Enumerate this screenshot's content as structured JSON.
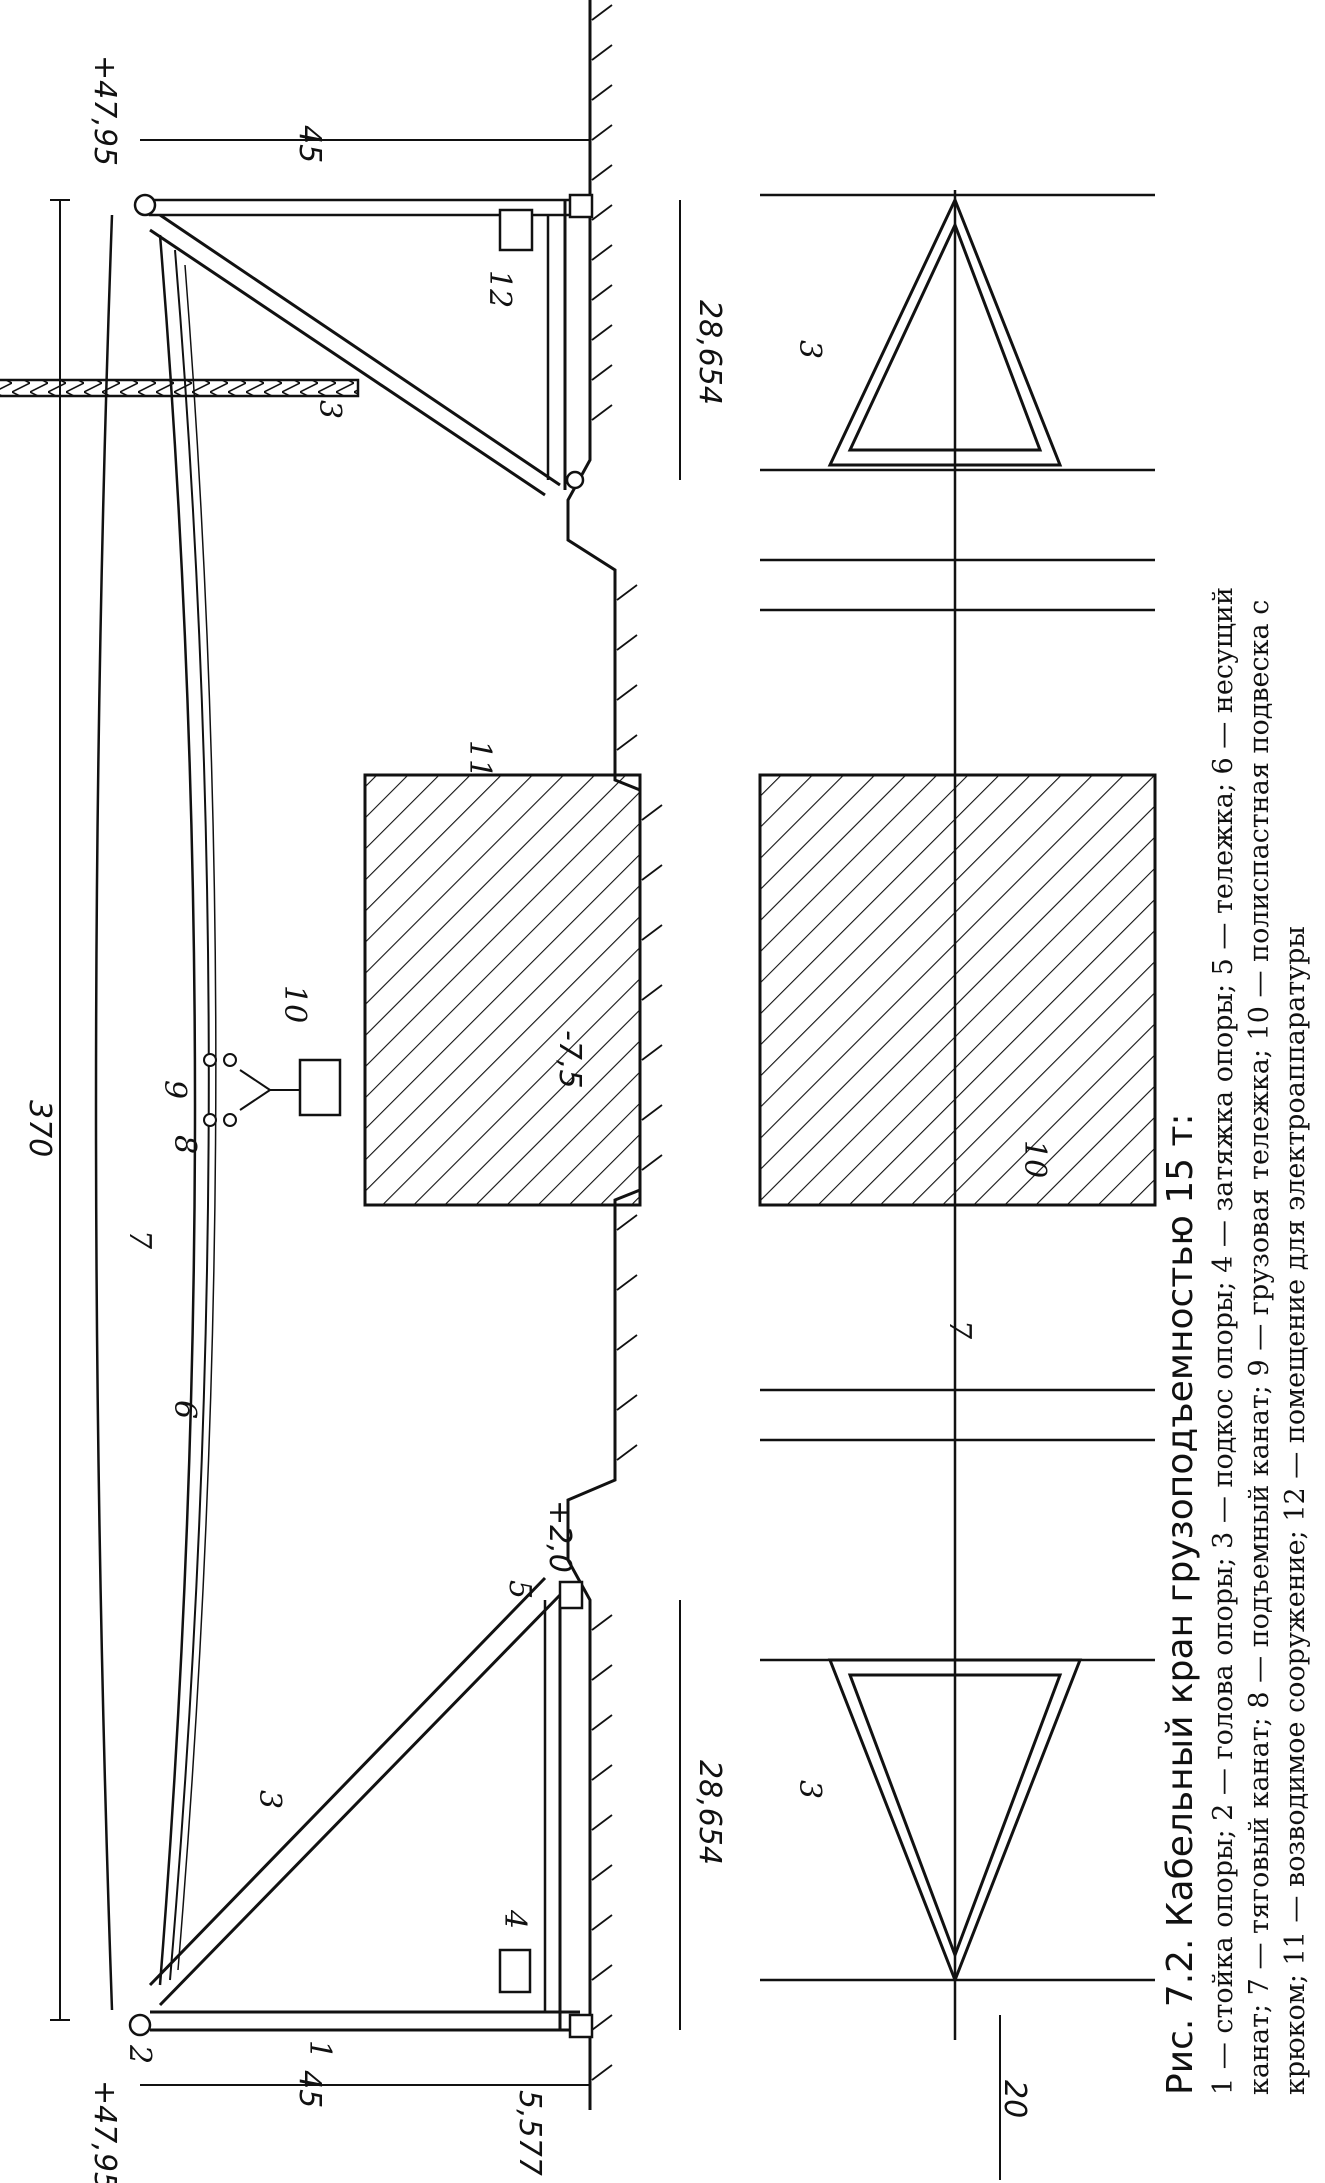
{
  "figure": {
    "caption_title": "Рис. 7.2. Кабельный кран грузоподъемностью 15 т:",
    "caption_legend": "1 — стойка опоры; 2 — голова опоры; 3 — подкос опоры; 4 — затяжка опоры; 5 — тележка; 6 — несущий канат; 7 — тяговый канат; 8 — подъемный канат; 9 — грузовая тележка; 10 — полиспастная подвеска с крюком; 11 — возводимое сооружение; 12 — помещение для электроаппаратуры"
  },
  "elevation_view": {
    "span_dimension": "370",
    "left_tower": {
      "top_elevation": "+47,95",
      "height_dimension": "45",
      "base_dimension": "28,654",
      "offset_dimension": "5,577"
    },
    "right_tower": {
      "top_elevation": "+47,95",
      "height_dimension": "45",
      "base_dimension": "28,654"
    },
    "ground_marks": {
      "ground_level": "+2,0",
      "pit_bottom": "-7,5"
    },
    "labels": {
      "l1": "1",
      "l2": "2",
      "l3_left": "3",
      "l3_right": "3",
      "l4": "4",
      "l5": "5",
      "l6": "6",
      "l7": "7",
      "l8": "8",
      "l9": "9",
      "l10": "10",
      "l11": "11",
      "l12": "12"
    }
  },
  "plan_view": {
    "width_dimension": "20",
    "labels": {
      "l3_left": "3",
      "l3_right": "3",
      "l7": "7",
      "l10": "10"
    }
  },
  "colors": {
    "ink": "#111111",
    "paper": "#ffffff"
  }
}
